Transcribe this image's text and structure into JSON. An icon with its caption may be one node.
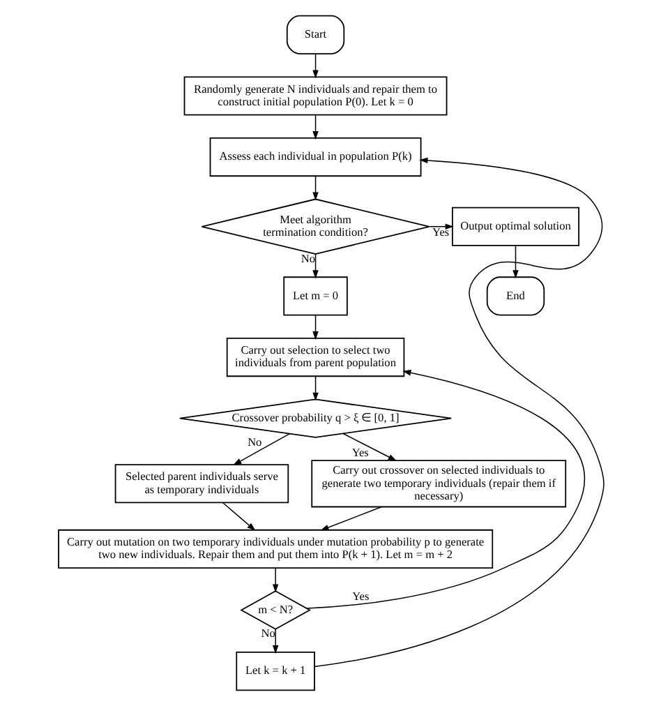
{
  "diagram": {
    "nodes": [
      {
        "text": [
          "Start"
        ]
      },
      {
        "text": [
          "Randomly generate N individuals and repair them to construct initial population P(0). Let k = 0"
        ]
      },
      {
        "text": [
          "Assess each individual in population P(k)"
        ]
      },
      {
        "text": [
          "Meet algorithm termination condition?"
        ]
      },
      {
        "text": [
          "Output optimal solution"
        ]
      },
      {
        "text": [
          "End"
        ]
      },
      {
        "text": [
          "Let m = 0"
        ]
      },
      {
        "text": [
          "Carry out selection to select two individuals from parent population"
        ]
      },
      {
        "text": [
          "Crossover probability q > ξ ∈ [0, 1]"
        ]
      },
      {
        "text": [
          "Selected parent individuals serve as temporary individuals"
        ]
      },
      {
        "text": [
          "Carry out crossover on selected individuals to generate two temporary individuals (repair them if necessary)"
        ]
      },
      {
        "text": [
          "Carry out mutation on two temporary individuals under mutation probability p to generate two new individuals. Repair them and put them into P(k + 1). Let m = m + 2"
        ]
      },
      {
        "text": [
          "m < N?"
        ]
      },
      {
        "text": [
          "Let k = k + 1"
        ]
      }
    ],
    "edges": [
      {
        "from": 0,
        "to": 1,
        "arrow": "to"
      },
      {
        "from": 1,
        "to": 2,
        "arrow": "to"
      },
      {
        "from": 2,
        "to": 3,
        "arrow": "to"
      },
      {
        "from": 3,
        "to": 4,
        "arrow": "to",
        "label": "Yes"
      },
      {
        "from": 4,
        "to": 5,
        "arrow": "to"
      },
      {
        "from": 3,
        "to": 6,
        "arrow": "to",
        "label": "No"
      },
      {
        "from": 6,
        "to": 7,
        "arrow": "to"
      },
      {
        "from": 7,
        "to": 8,
        "arrow": "to"
      },
      {
        "from": 8,
        "to": 10,
        "arrow": "to",
        "label": "Yes"
      },
      {
        "from": 8,
        "to": 9,
        "arrow": "to",
        "label": "No"
      },
      {
        "from": 9,
        "to": 11,
        "arrow": "to"
      },
      {
        "from": 10,
        "to": 11,
        "arrow": "to"
      },
      {
        "from": 11,
        "to": 12,
        "arrow": "to"
      },
      {
        "from": 12,
        "to": 7,
        "arrow": "to",
        "label": "Yes"
      },
      {
        "from": 12,
        "to": 13,
        "arrow": "to",
        "label": "No"
      },
      {
        "from": 13,
        "to": 2,
        "arrow": "to"
      }
    ]
  }
}
